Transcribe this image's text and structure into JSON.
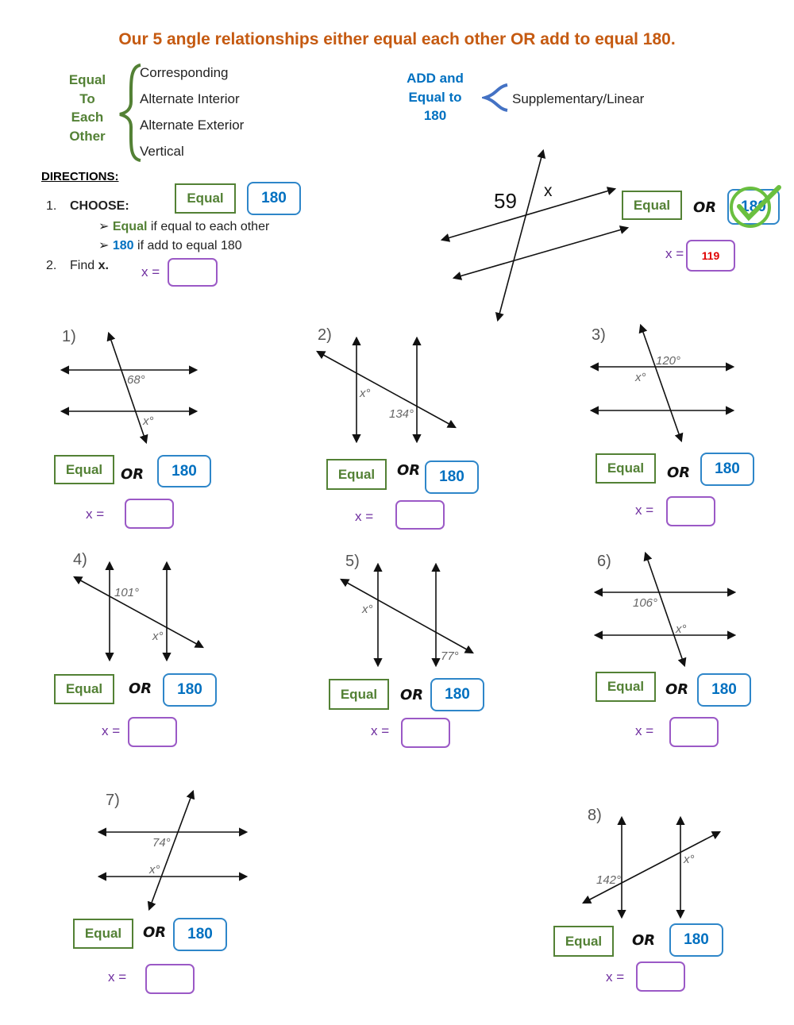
{
  "title": "Our 5 angle relationships either equal each other OR add to equal 180.",
  "equal_group": {
    "label_lines": [
      "Equal",
      "To",
      "Each",
      "Other"
    ],
    "items": [
      "Corresponding",
      "Alternate Interior",
      "Alternate Exterior",
      "Vertical"
    ]
  },
  "add_group": {
    "label_lines": [
      "ADD and",
      "Equal to",
      "180"
    ],
    "items": [
      "Supplementary/Linear"
    ]
  },
  "directions": {
    "heading": "DIRECTIONS:",
    "step1_num": "1.",
    "step1": "CHOOSE:",
    "equal_btn": "Equal",
    "btn_180": "180",
    "bullet1_key": "Equal",
    "bullet1_rest": " if equal to each other",
    "bullet2_key": "180",
    "bullet2_rest": " if add to equal 180",
    "step2_num": "2.",
    "step2": "Find ",
    "step2_var": "x.",
    "x_label": "x ="
  },
  "example": {
    "angle_given": "59",
    "angle_var": "x",
    "equal_btn": "Equal",
    "or": "OR",
    "btn_180": "180",
    "selected": "180",
    "x_label": "x =",
    "answer": "119"
  },
  "problems": [
    {
      "number": "1)",
      "given": "68°",
      "var": "x°",
      "equal_btn": "Equal",
      "or": "OR",
      "btn_180": "180",
      "x_label": "x =",
      "answer": ""
    },
    {
      "number": "2)",
      "given": "134°",
      "var": "x°",
      "equal_btn": "Equal",
      "or": "OR",
      "btn_180": "180",
      "x_label": "x =",
      "answer": ""
    },
    {
      "number": "3)",
      "given": "120°",
      "var": "x°",
      "equal_btn": "Equal",
      "or": "OR",
      "btn_180": "180",
      "x_label": "x =",
      "answer": ""
    },
    {
      "number": "4)",
      "given": "101°",
      "var": "x°",
      "equal_btn": "Equal",
      "or": "OR",
      "btn_180": "180",
      "x_label": "x =",
      "answer": ""
    },
    {
      "number": "5)",
      "given": "77°",
      "var": "x°",
      "equal_btn": "Equal",
      "or": "OR",
      "btn_180": "180",
      "x_label": "x =",
      "answer": ""
    },
    {
      "number": "6)",
      "given": "106°",
      "var": "x°",
      "equal_btn": "Equal",
      "or": "OR",
      "btn_180": "180",
      "x_label": "x =",
      "answer": ""
    },
    {
      "number": "7)",
      "given": "74°",
      "var": "x°",
      "equal_btn": "Equal",
      "or": "OR",
      "btn_180": "180",
      "x_label": "x =",
      "answer": ""
    },
    {
      "number": "8)",
      "given": "142°",
      "var": "x°",
      "equal_btn": "Equal",
      "or": "OR",
      "btn_180": "180",
      "x_label": "x =",
      "answer": ""
    }
  ],
  "colors": {
    "title": "#c55a11",
    "equal": "#538135",
    "add": "#0070c0",
    "x_label": "#7030a0",
    "answer": "#e00000",
    "check": "#6abf3f"
  }
}
